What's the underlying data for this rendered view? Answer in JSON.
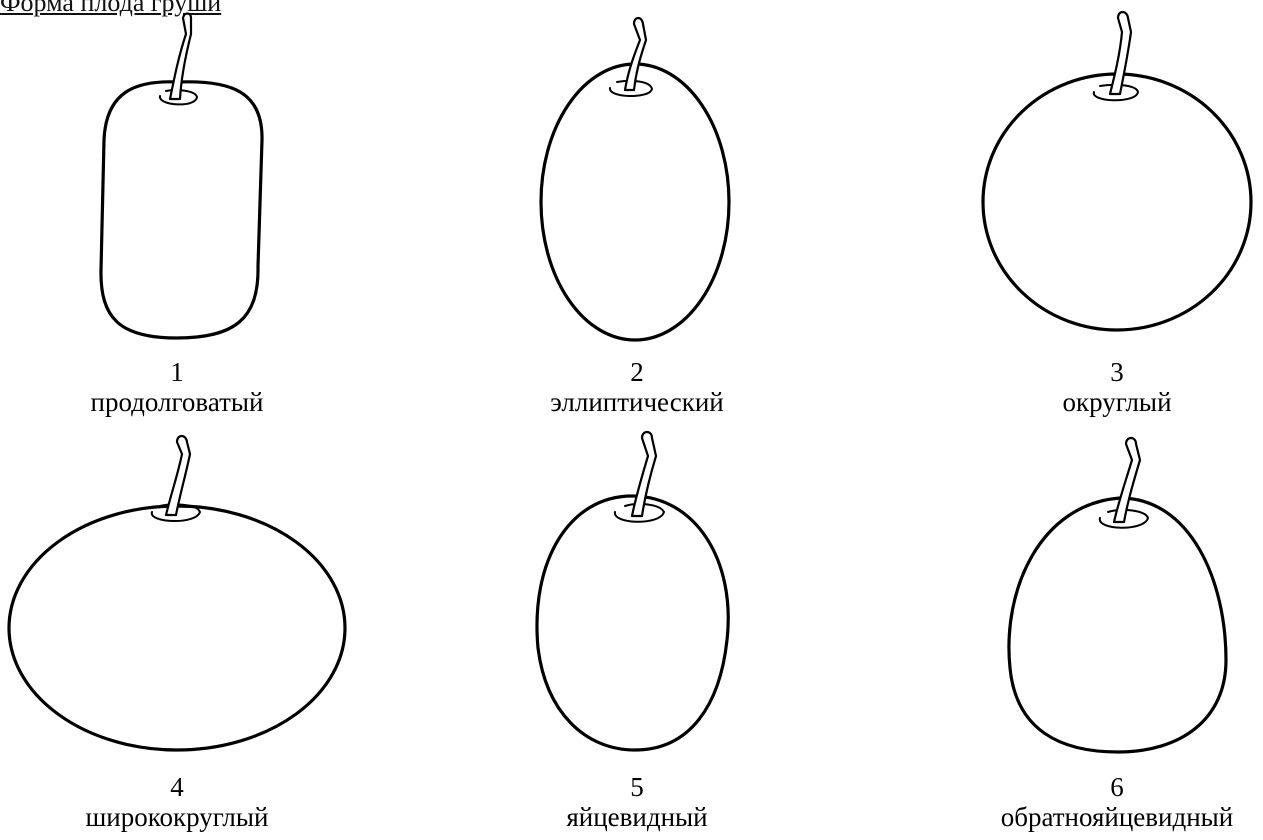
{
  "header": {
    "text": "Форма плода груши"
  },
  "shapes": [
    {
      "number": "1",
      "name": "продолговатый"
    },
    {
      "number": "2",
      "name": "эллиптический"
    },
    {
      "number": "3",
      "name": "округлый"
    },
    {
      "number": "4",
      "name": "ширококруглый"
    },
    {
      "number": "5",
      "name": "яйцевидный"
    },
    {
      "number": "6",
      "name": "обратнояйцевидный"
    }
  ],
  "colors": {
    "line": "#000000",
    "background": "#ffffff"
  }
}
